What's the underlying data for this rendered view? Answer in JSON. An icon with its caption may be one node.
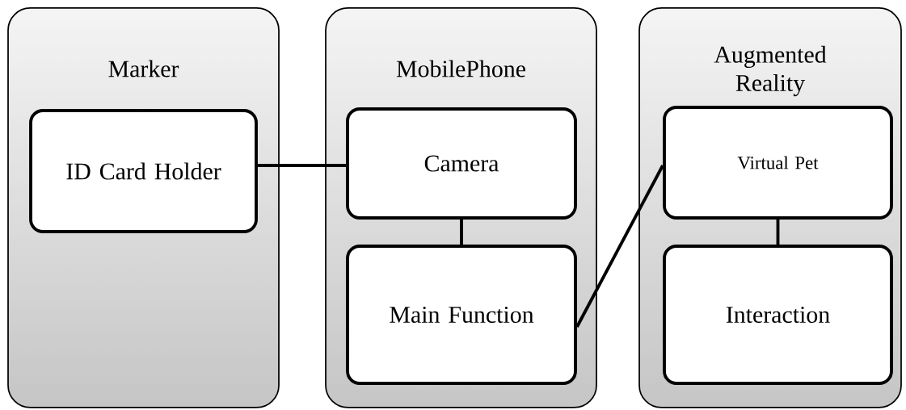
{
  "diagram": {
    "nodes": [
      {
        "text": [
          "Marker"
        ]
      },
      {
        "text": [
          "ID Card Holder"
        ],
        "in": 0
      },
      {
        "text": [
          "MobilePhone"
        ]
      },
      {
        "text": [
          "Camera"
        ],
        "in": 2
      },
      {
        "text": [
          "Main Function"
        ],
        "in": 2
      },
      {
        "text": [
          "Augmented Reality"
        ]
      },
      {
        "text": [
          "Virtual Pet"
        ],
        "in": 5
      },
      {
        "text": [
          "Interaction"
        ],
        "in": 5
      }
    ],
    "edges": [
      {
        "from": 1,
        "to": 3,
        "arrow": "none"
      },
      {
        "from": 3,
        "to": 4,
        "arrow": "none"
      },
      {
        "from": 4,
        "to": 6,
        "arrow": "none"
      },
      {
        "from": 6,
        "to": 7,
        "arrow": "none"
      }
    ]
  }
}
